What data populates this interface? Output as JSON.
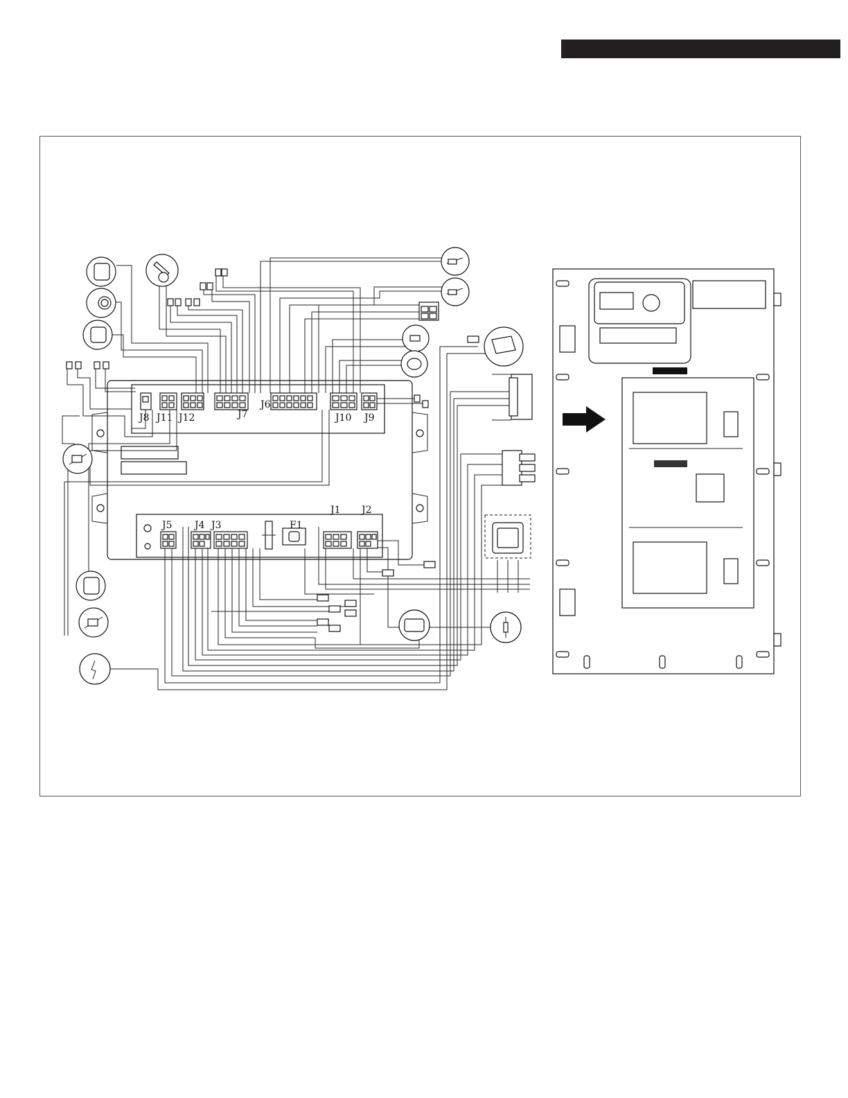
{
  "header": {
    "bar_color": "#231f20"
  },
  "diagram": {
    "connectors_top": [
      "J8",
      "J11",
      "J12",
      "J7",
      "J6",
      "J10",
      "J9"
    ],
    "connectors_bottom": [
      "J5",
      "J4",
      "J3",
      "F1",
      "J1",
      "J2"
    ]
  }
}
